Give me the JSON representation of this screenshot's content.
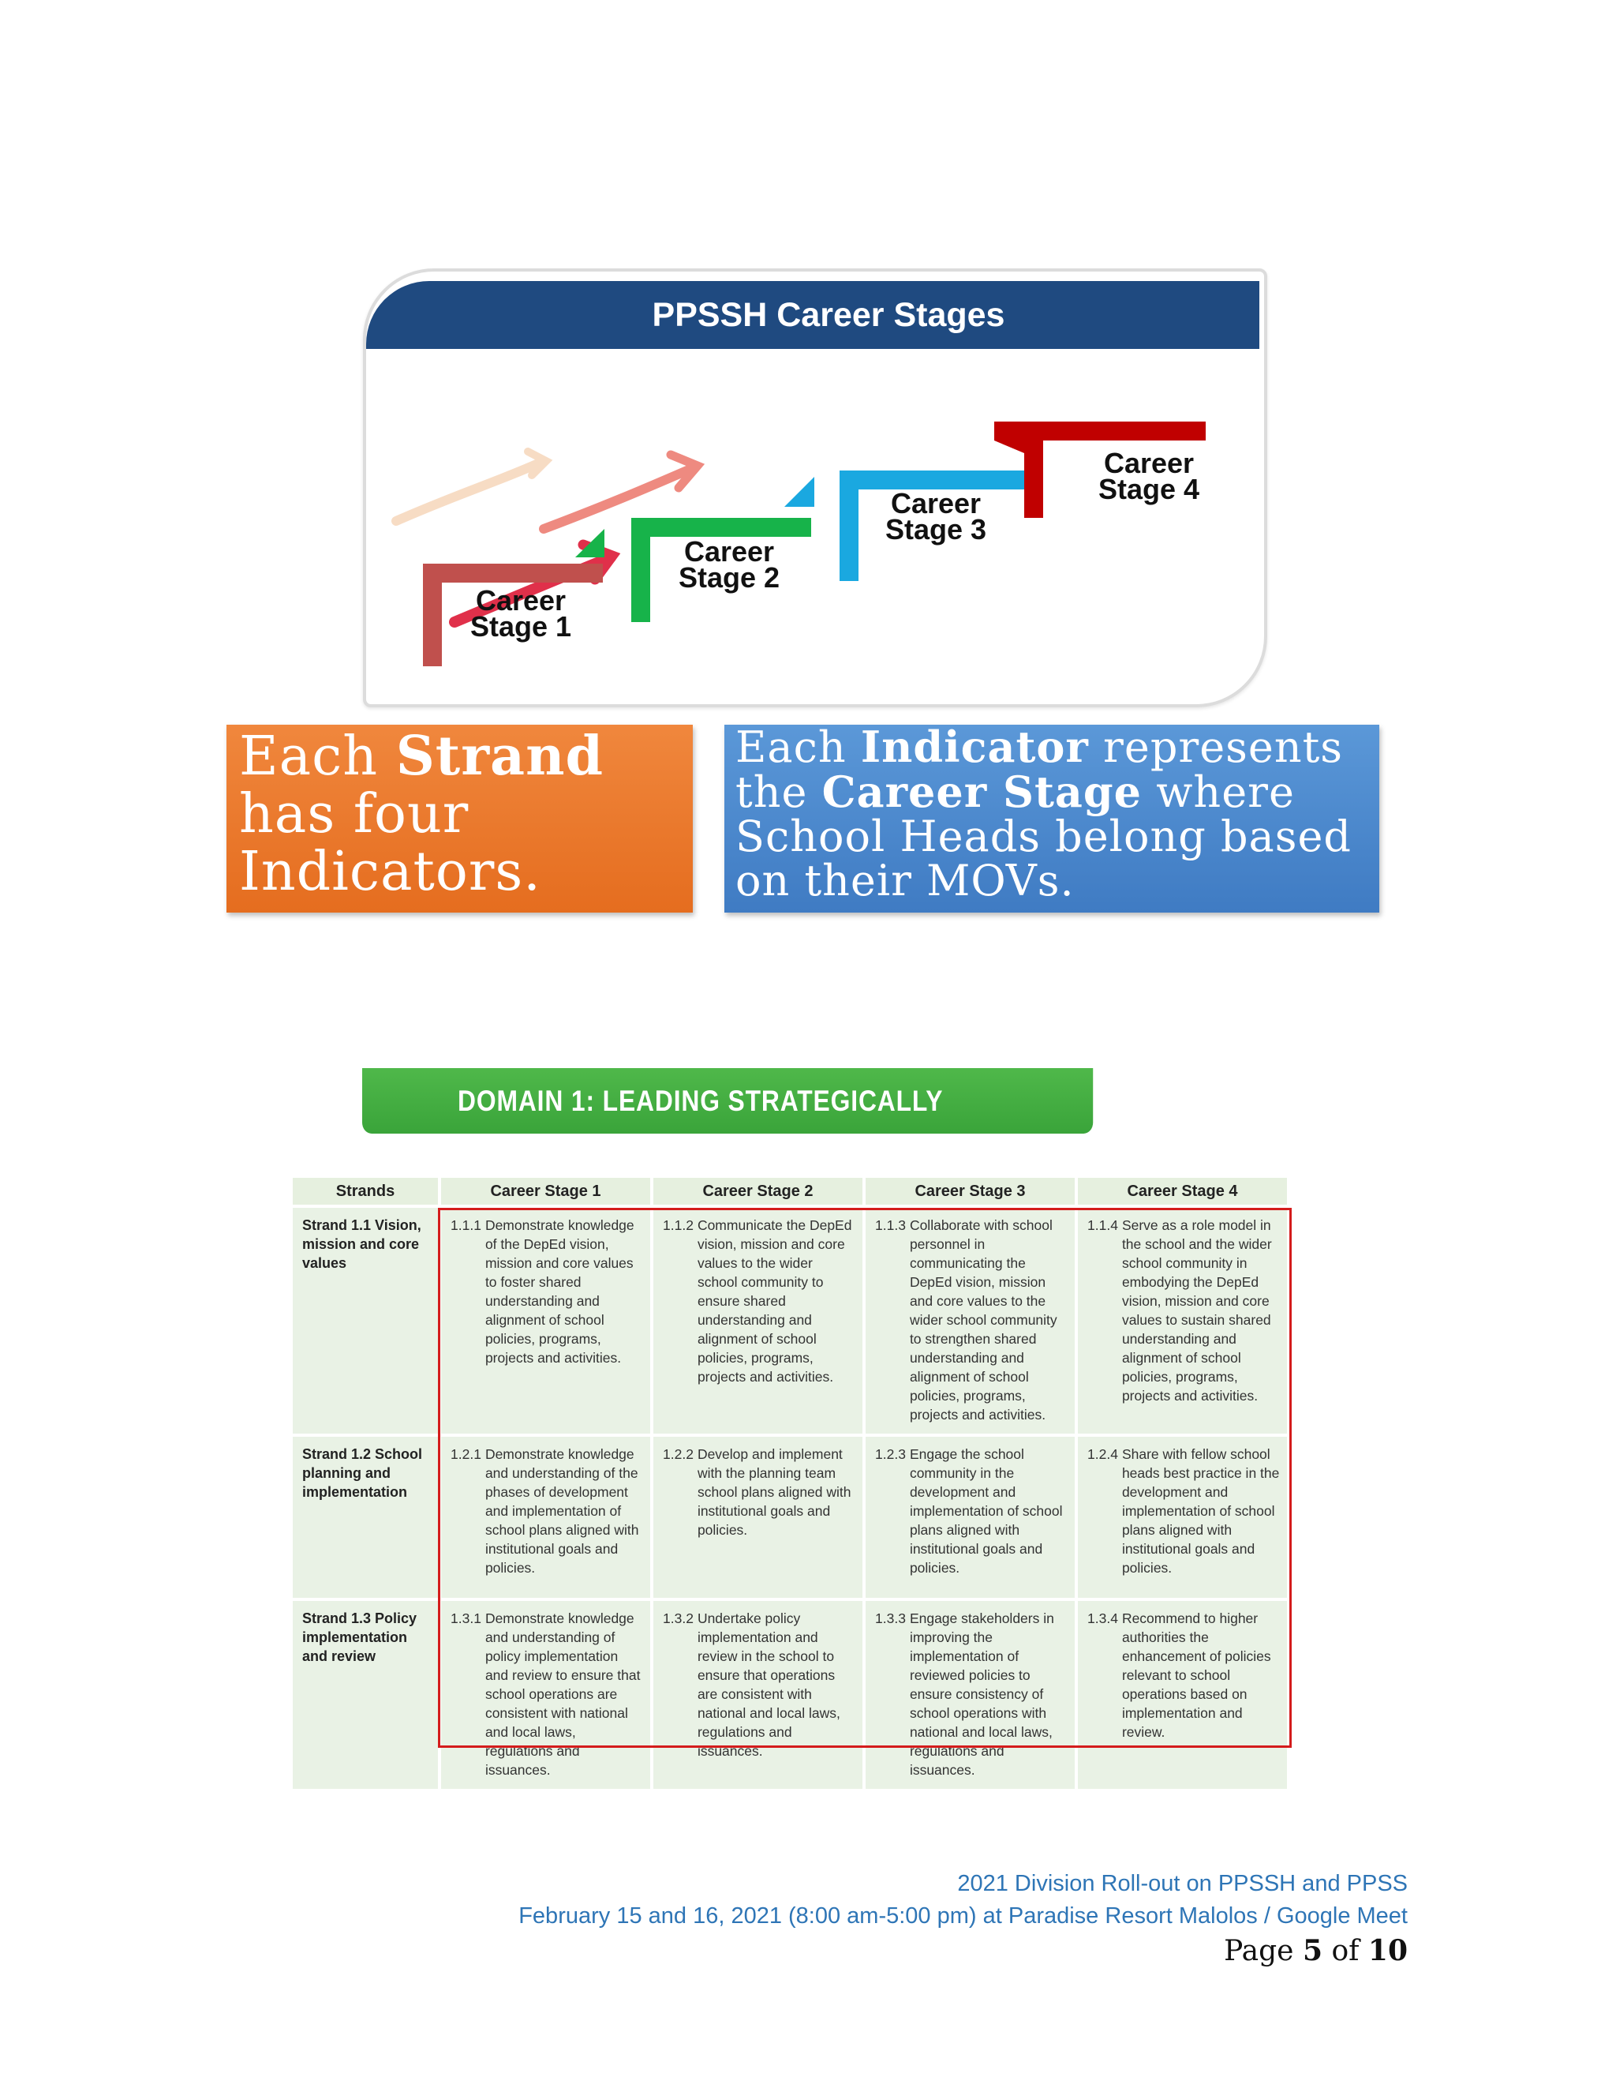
{
  "career_figure": {
    "title": "PPSSH Career Stages",
    "stages": [
      {
        "line1": "Career",
        "line2": "Stage 1"
      },
      {
        "line1": "Career",
        "line2": "Stage 2"
      },
      {
        "line1": "Career",
        "line2": "Stage 3"
      },
      {
        "line1": "Career",
        "line2": "Stage 4"
      }
    ],
    "colors": {
      "stage1": "#c0504d",
      "stage2": "#17b34a",
      "stage3": "#1aa8e0",
      "stage4": "#c00000",
      "header": "#1f4a80"
    }
  },
  "callouts": {
    "strand": {
      "p1": "Each ",
      "b1": "Strand",
      "p2": " has four Indicators."
    },
    "indicator": {
      "p1": "Each ",
      "b1": "Indicator",
      "p2": " represents the ",
      "b2": "Career Stage",
      "p3": " where School Heads belong based on their MOVs."
    }
  },
  "domain": {
    "banner": "DOMAIN 1: LEADING STRATEGICALLY",
    "headers": [
      "Strands",
      "Career Stage 1",
      "Career Stage 2",
      "Career Stage 3",
      "Career Stage 4"
    ],
    "rows": [
      {
        "strand": "Strand 1.1 Vision, mission and core values",
        "cells": [
          {
            "num": "1.1.1",
            "text": "Demonstrate knowledge of the DepEd vision, mission and core values to foster shared understanding and alignment of school policies, programs, projects and activities."
          },
          {
            "num": "1.1.2",
            "text": "Communicate the DepEd vision, mission and core values to the wider school community to ensure shared understanding and alignment of school policies, programs, projects and activities."
          },
          {
            "num": "1.1.3",
            "text": "Collaborate with school personnel in communicating the DepEd vision, mission and core values to the wider school community to strengthen shared understanding and alignment of school policies, programs, projects and activities."
          },
          {
            "num": "1.1.4",
            "text": "Serve as a role model in the school and the wider school community in embodying the DepEd vision, mission and core values to sustain shared understanding and alignment of school policies, programs, projects and activities."
          }
        ]
      },
      {
        "strand": "Strand 1.2 School planning and implementation",
        "cells": [
          {
            "num": "1.2.1",
            "text": "Demonstrate knowledge and understanding of the phases of development and implementation of school plans aligned with institutional goals and policies."
          },
          {
            "num": "1.2.2",
            "text": "Develop and implement with the planning team school plans aligned with institutional goals and policies."
          },
          {
            "num": "1.2.3",
            "text": "Engage the school community in the development and implementation of school plans aligned with institutional goals and policies."
          },
          {
            "num": "1.2.4",
            "text": "Share with fellow school heads best practice in the development and implementation of school plans aligned with institutional goals and policies."
          }
        ]
      },
      {
        "strand": "Strand 1.3 Policy implementation and review",
        "cells": [
          {
            "num": "1.3.1",
            "text": "Demonstrate knowledge and understanding of policy implementation and review to ensure that school operations are consistent with national and local laws, regulations and issuances."
          },
          {
            "num": "1.3.2",
            "text": "Undertake policy implementation and review in the school to ensure that operations are consistent with national and local laws, regulations and issuances."
          },
          {
            "num": "1.3.3",
            "text": "Engage stakeholders in improving the implementation of reviewed policies to ensure consistency of school operations with national and local laws, regulations and issuances."
          },
          {
            "num": "1.3.4",
            "text": "Recommend to higher authorities the enhancement of policies relevant to school operations based on implementation and review."
          }
        ]
      }
    ]
  },
  "footer": {
    "title": "2021 Division Roll-out on PPSSH and PPSS",
    "detail": "February 15 and 16, 2021 (8:00 am-5:00 pm) at Paradise Resort Malolos / Google Meet",
    "page_word": "Page ",
    "page_current": "5",
    "page_of": " of ",
    "page_total": "10"
  }
}
